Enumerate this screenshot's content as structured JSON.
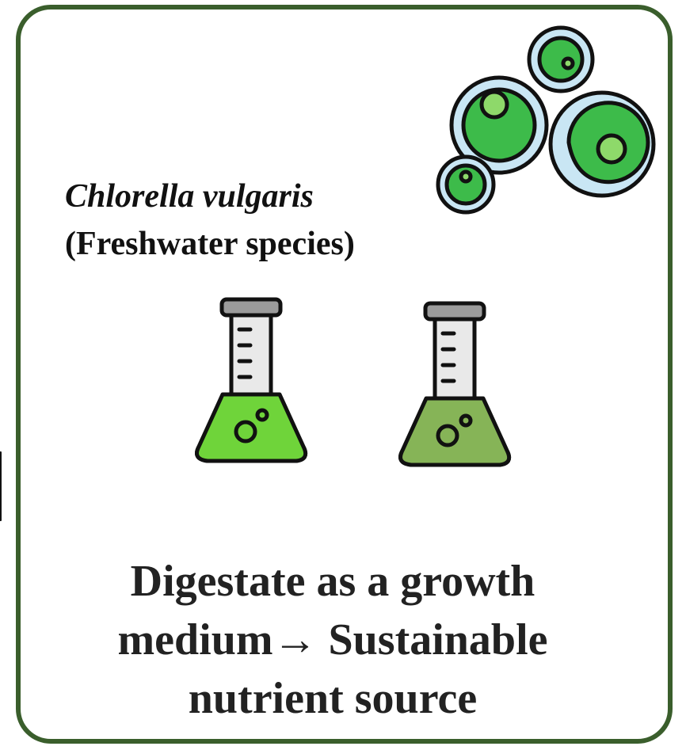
{
  "species": {
    "scientific_name": "Chlorella vulgaris",
    "common_note": "(Freshwater species)"
  },
  "caption": {
    "line1": "Digestate as a growth",
    "line2": "medium→ Sustainable",
    "line3": "nutrient source"
  },
  "icons": {
    "algae_cells": "algae-cells-icon",
    "flask_left": "flask-icon",
    "flask_right": "flask-icon"
  },
  "colors": {
    "frame": "#3a5e2c",
    "cell_green": "#3dbb4a",
    "cell_light": "#8ed96a",
    "cell_rim": "#c9e6f4",
    "flask_left_liquid": "#6fd43a",
    "flask_right_liquid": "#86b457",
    "outline": "#111111"
  }
}
